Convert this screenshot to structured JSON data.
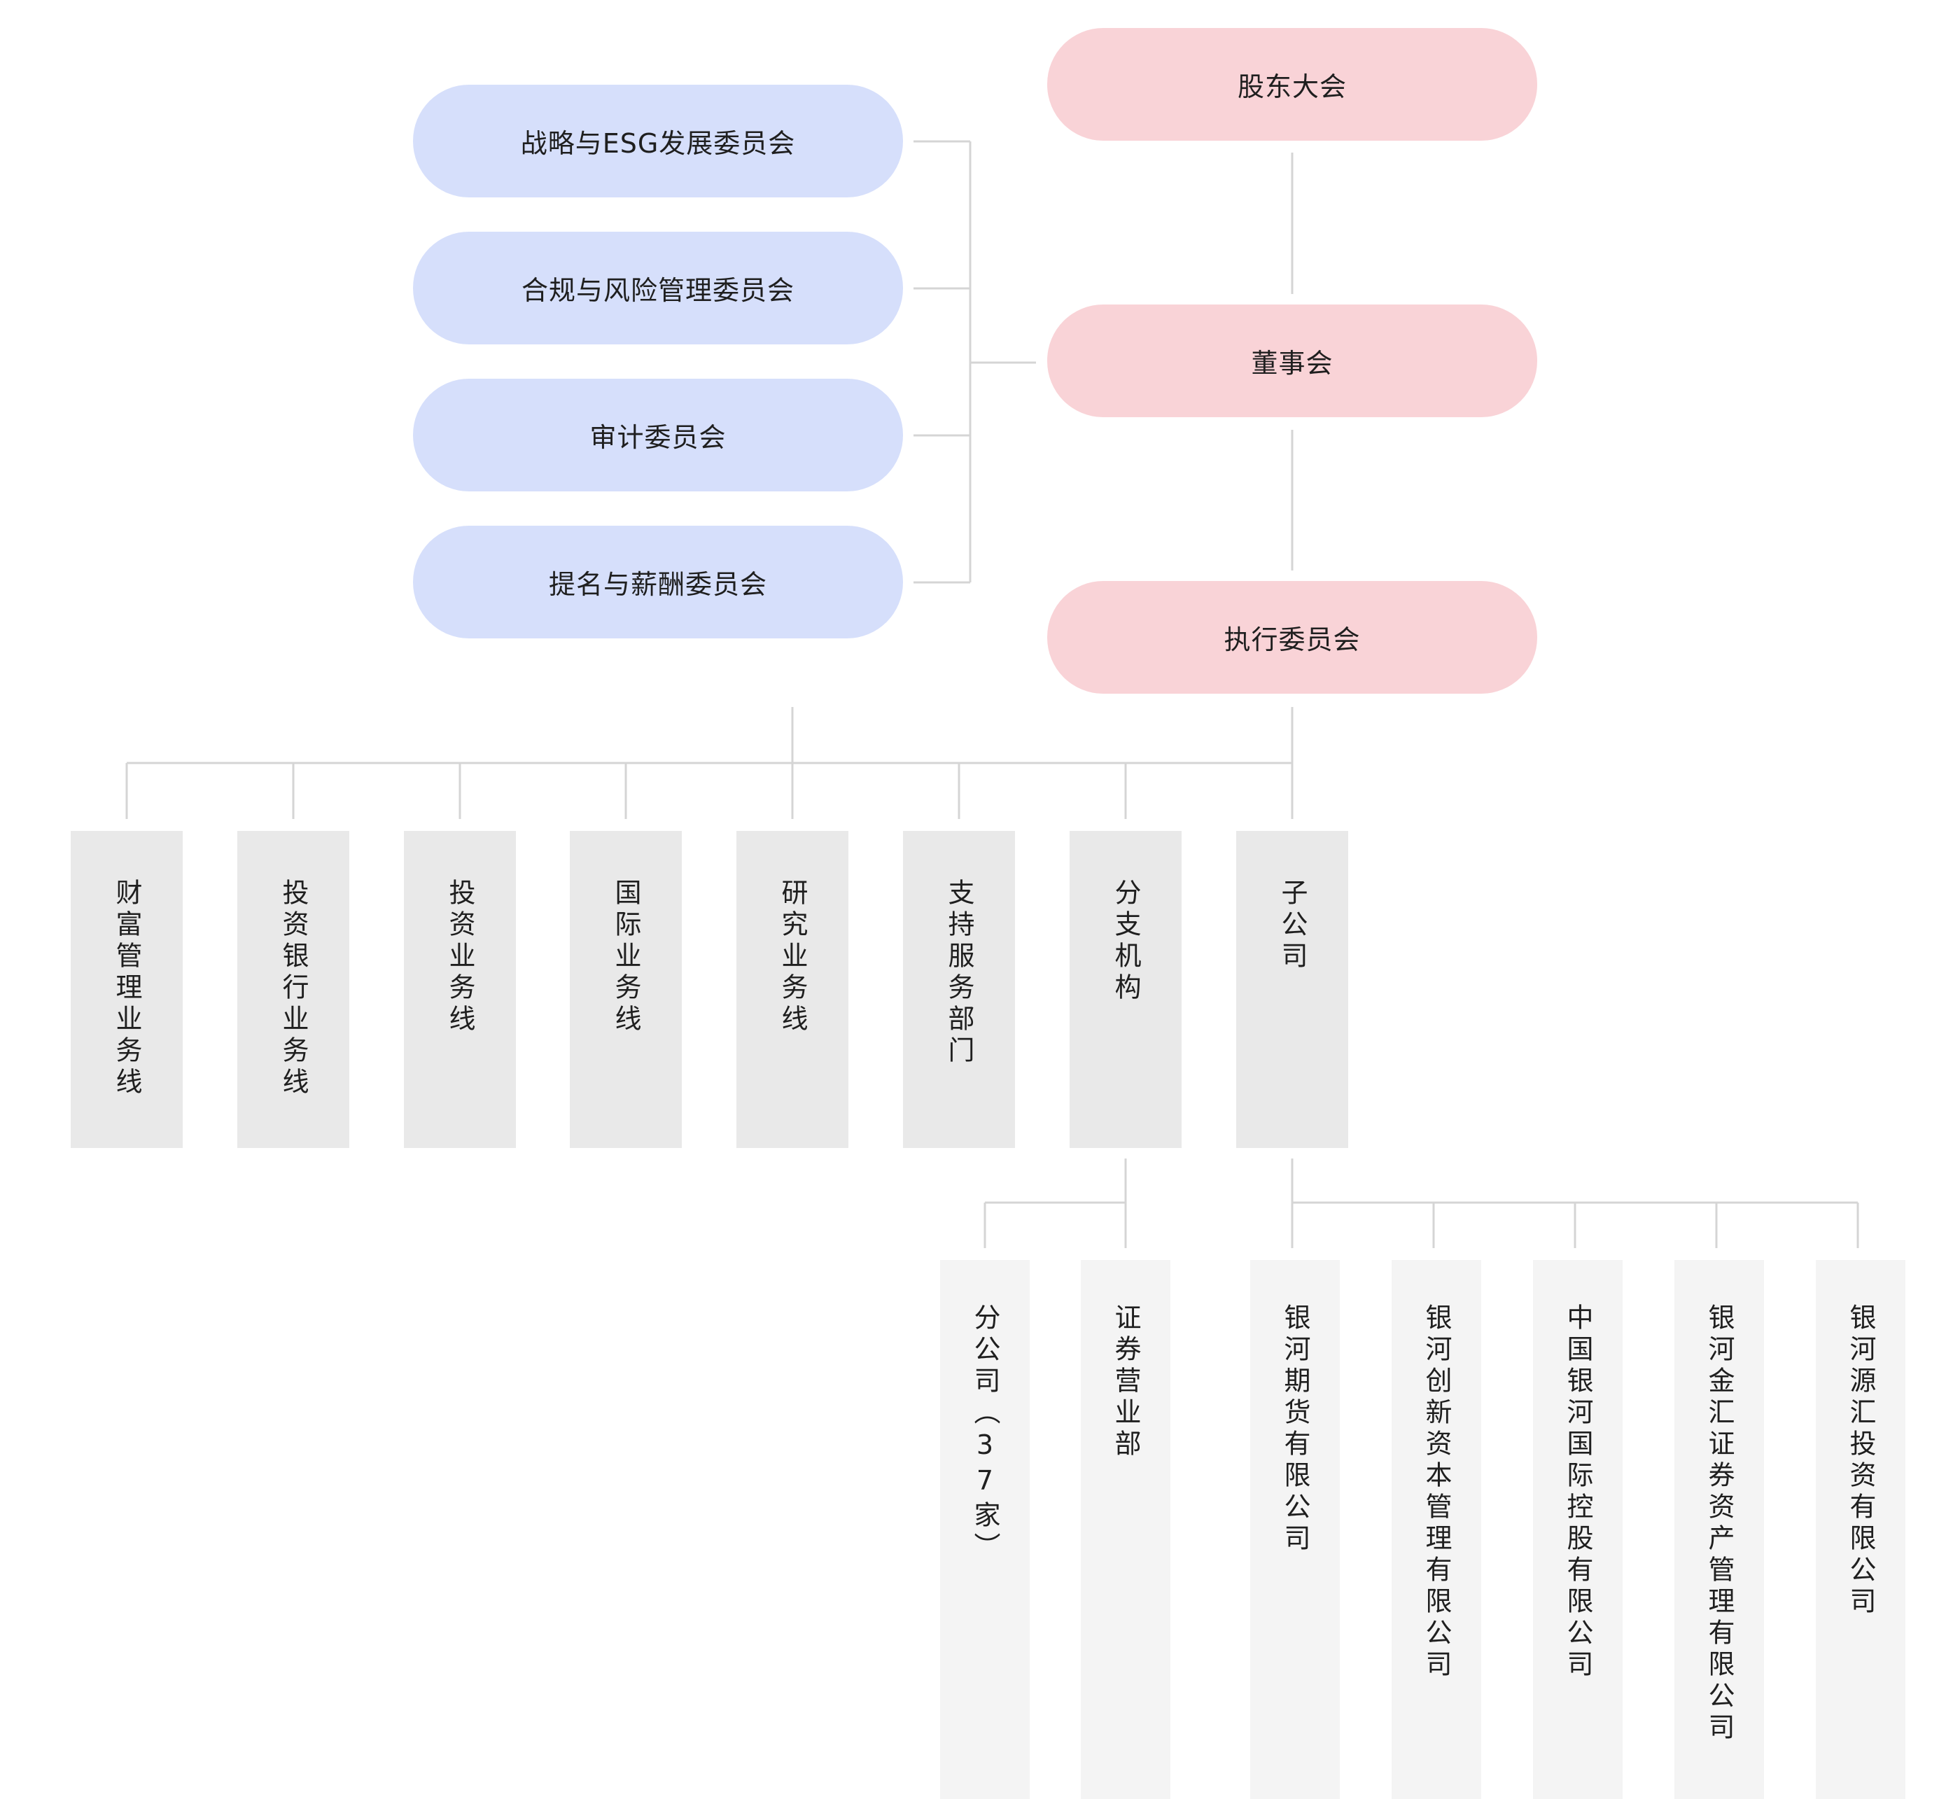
{
  "governance": {
    "shareholders": "股东大会",
    "board": "董事会",
    "executive": "执行委员会"
  },
  "committees": [
    "战略与ESG发展委员会",
    "合规与风险管理委员会",
    "审计委员会",
    "提名与薪酬委员会"
  ],
  "departments": [
    "财富管理业务线",
    "投资银行业务线",
    "投资业务线",
    "国际业务线",
    "研究业务线",
    "支持服务部门",
    "分支机构",
    "子公司"
  ],
  "branches": [
    "分公司（37家）",
    "证券营业部"
  ],
  "subsidiaries": [
    "银河期货有限公司",
    "银河创新资本管理有限公司",
    "中国银河国际控股有限公司",
    "银河金汇证券资产管理有限公司",
    "银河源汇投资有限公司"
  ],
  "colors": {
    "governance_fill": "#f9d3d7",
    "committee_fill": "#d6dffb",
    "department_fill": "#e9e9e9",
    "leaf_fill": "#f4f4f4",
    "connector": "#d5d5d5"
  }
}
